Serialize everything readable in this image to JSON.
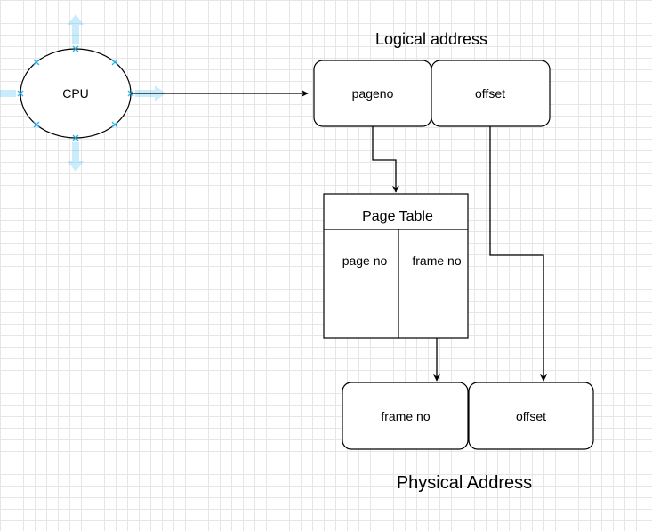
{
  "canvas": {
    "grid_color": "#e6e6e6",
    "selection_color": "#29b6f2"
  },
  "cpu": {
    "label": "CPU"
  },
  "logical_address": {
    "title": "Logical address",
    "fields": [
      "pageno",
      "offset"
    ]
  },
  "page_table": {
    "title": "Page Table",
    "columns": [
      "page no",
      "frame no"
    ]
  },
  "physical_address": {
    "title": "Physical Address",
    "fields": [
      "frame no",
      "offset"
    ]
  }
}
